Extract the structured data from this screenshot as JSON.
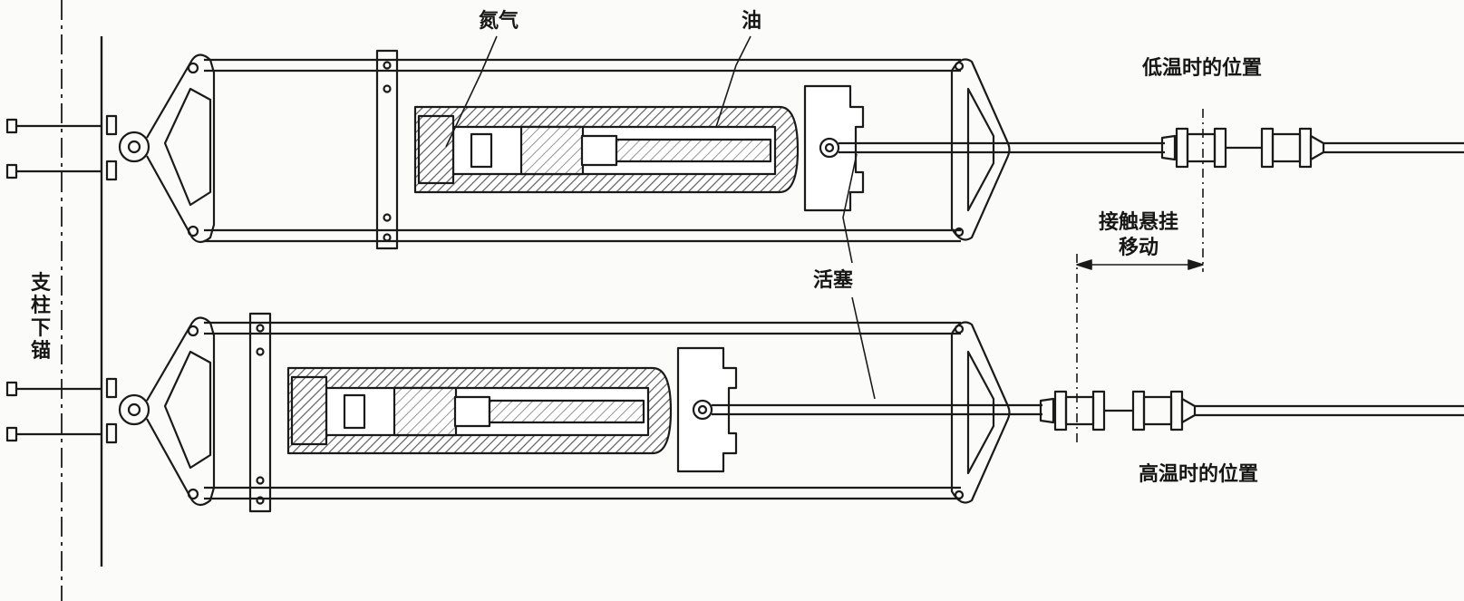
{
  "labels": {
    "nitrogen": "氮气",
    "oil": "油",
    "piston": "活塞",
    "low_temp_position": "低温时的位置",
    "high_temp_position": "高温时的位置",
    "catenary_movement_line1": "接触悬挂",
    "catenary_movement_line2": "移动",
    "anchor_mast": "支柱下锚"
  },
  "colors": {
    "ink": "#1a1a1a",
    "hatch": "#5e5e5e",
    "background": "#fbfbf9"
  }
}
